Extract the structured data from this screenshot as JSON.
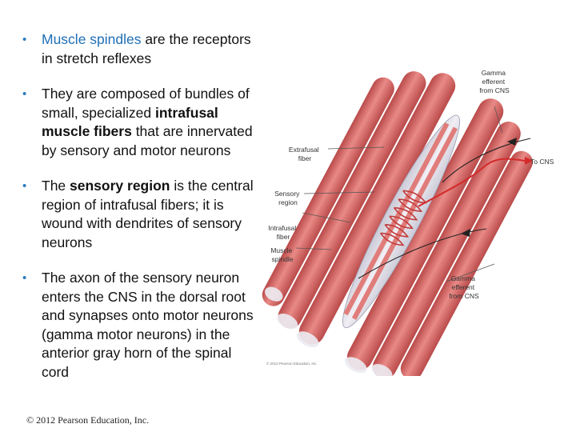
{
  "bullets": [
    {
      "segments": [
        {
          "text": "Muscle spindles",
          "style": "blue"
        },
        {
          "text": " are the receptors in stretch reflexes",
          "style": ""
        }
      ]
    },
    {
      "segments": [
        {
          "text": "They are composed of bundles of small, specialized ",
          "style": ""
        },
        {
          "text": "intrafusal muscle fibers",
          "style": "bold"
        },
        {
          "text": " that are innervated by sensory and motor neurons",
          "style": ""
        }
      ]
    },
    {
      "segments": [
        {
          "text": "The ",
          "style": ""
        },
        {
          "text": "sensory region",
          "style": "bold"
        },
        {
          "text": " is the central region of intrafusal fibers; it is wound with dendrites of sensory neurons",
          "style": ""
        }
      ]
    },
    {
      "segments": [
        {
          "text": "The axon of the sensory neuron enters the CNS in the dorsal root and synapses onto motor neurons (gamma motor neurons) in the anterior gray horn of the spinal cord",
          "style": ""
        }
      ]
    }
  ],
  "bullet_marker": "•",
  "figure": {
    "labels": {
      "gamma_top": [
        "Gamma",
        "efferent",
        "from CNS"
      ],
      "extrafusal": [
        "Extrafusal",
        "fiber"
      ],
      "to_cns": "To CNS",
      "sensory_region": [
        "Sensory",
        "region"
      ],
      "intrafusal": [
        "Intrafusal",
        "fiber"
      ],
      "muscle_spindle": [
        "Muscle",
        "spindle"
      ],
      "gamma_bottom": [
        "Gamma",
        "efferent",
        "from CNS"
      ]
    },
    "credit": "© 2013 Pearson Education, Inc.",
    "colors": {
      "muscle": "#d96b6b",
      "muscle_dark": "#b94a4a",
      "nerve": "#d42a2a"
    }
  },
  "footer": "© 2012 Pearson Education, Inc."
}
